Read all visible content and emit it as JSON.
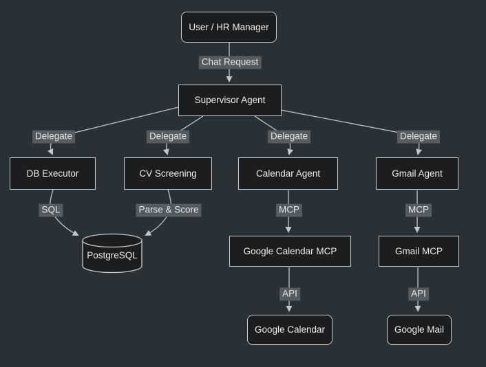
{
  "theme": {
    "background": "#293136",
    "node_fill": "#1b1d1e",
    "node_border": "#cbcfd2",
    "node_text": "#eceeef",
    "edge_color": "#c2c6c9",
    "edge_label_bg": "#565b5f",
    "edge_label_text": "#e6e8e9"
  },
  "diagram": {
    "type": "flowchart",
    "direction": "top-down",
    "nodes": {
      "user": {
        "label": "User / HR Manager",
        "shape": "rounded"
      },
      "supervisor": {
        "label": "Supervisor Agent",
        "shape": "rect"
      },
      "db_executor": {
        "label": "DB Executor",
        "shape": "rect"
      },
      "cv_screening": {
        "label": "CV Screening",
        "shape": "rect"
      },
      "calendar_agent": {
        "label": "Calendar Agent",
        "shape": "rect"
      },
      "gmail_agent": {
        "label": "Gmail Agent",
        "shape": "rect"
      },
      "postgresql": {
        "label": "PostgreSQL",
        "shape": "cylinder"
      },
      "gcal_mcp": {
        "label": "Google Calendar MCP",
        "shape": "rect"
      },
      "gmail_mcp": {
        "label": "Gmail MCP",
        "shape": "rect"
      },
      "gcal": {
        "label": "Google Calendar",
        "shape": "rounded"
      },
      "gmail": {
        "label": "Google Mail",
        "shape": "rounded"
      }
    },
    "edges": [
      {
        "from": "User / HR Manager",
        "to": "Supervisor Agent",
        "label": "Chat Request"
      },
      {
        "from": "Supervisor Agent",
        "to": "DB Executor",
        "label": "Delegate"
      },
      {
        "from": "Supervisor Agent",
        "to": "CV Screening",
        "label": "Delegate"
      },
      {
        "from": "Supervisor Agent",
        "to": "Calendar Agent",
        "label": "Delegate"
      },
      {
        "from": "Supervisor Agent",
        "to": "Gmail Agent",
        "label": "Delegate"
      },
      {
        "from": "DB Executor",
        "to": "PostgreSQL",
        "label": "SQL"
      },
      {
        "from": "CV Screening",
        "to": "PostgreSQL",
        "label": "Parse & Score"
      },
      {
        "from": "Calendar Agent",
        "to": "Google Calendar MCP",
        "label": "MCP"
      },
      {
        "from": "Google Calendar MCP",
        "to": "Google Calendar",
        "label": "API"
      },
      {
        "from": "Gmail Agent",
        "to": "Gmail MCP",
        "label": "MCP"
      },
      {
        "from": "Gmail MCP",
        "to": "Google Mail",
        "label": "API"
      }
    ]
  }
}
